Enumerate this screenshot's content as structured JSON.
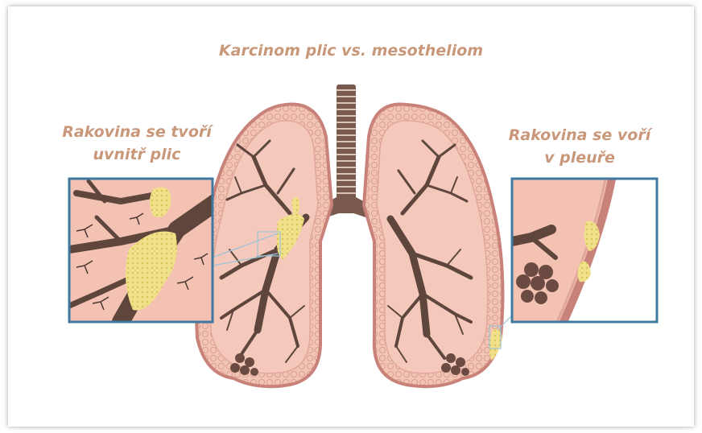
{
  "title": "Karcinom plic vs. mesotheliom",
  "left_label": {
    "line1": "Rakovina se tvoří",
    "line2": "uvnitř plic"
  },
  "right_label": {
    "line1": "Rakovina se voří",
    "line2": "v pleuře"
  },
  "colors": {
    "lung_fill": "#f2c4b4",
    "lung_edge": "#c9827a",
    "airway": "#5e463d",
    "tumor": "#f0e08a",
    "box_border": "#3f79a0",
    "text": "#c9987a"
  }
}
